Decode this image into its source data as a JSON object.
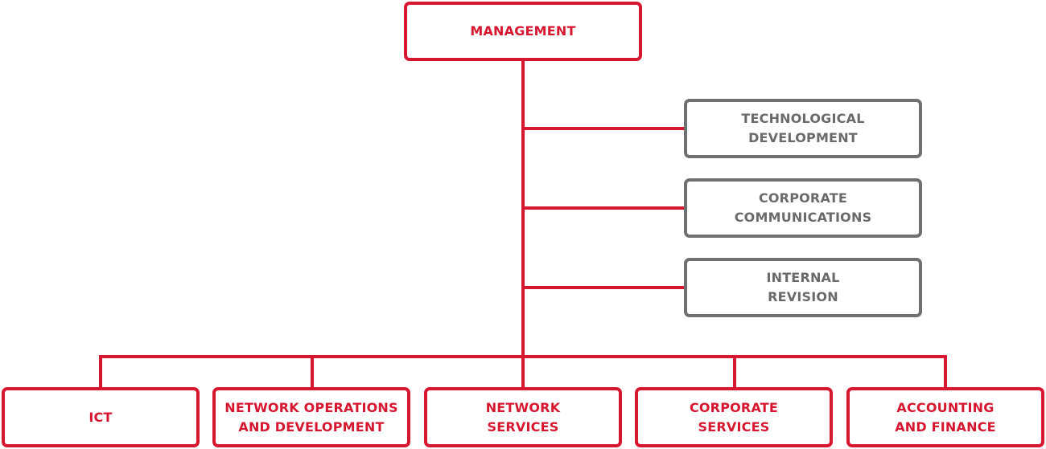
{
  "colors": {
    "primary": "#d7172f",
    "secondary": "#707070"
  },
  "management": {
    "label": "MANAGEMENT"
  },
  "staff_units": [
    {
      "label": "TECHNOLOGICAL\nDEVELOPMENT"
    },
    {
      "label": "CORPORATE\nCOMMUNICATIONS"
    },
    {
      "label": "INTERNAL\nREVISION"
    }
  ],
  "departments": [
    {
      "label": "ICT"
    },
    {
      "label": "NETWORK OPERATIONS\nAND DEVELOPMENT"
    },
    {
      "label": "NETWORK\nSERVICES"
    },
    {
      "label": "CORPORATE\nSERVICES"
    },
    {
      "label": "ACCOUNTING\nAND FINANCE"
    }
  ]
}
